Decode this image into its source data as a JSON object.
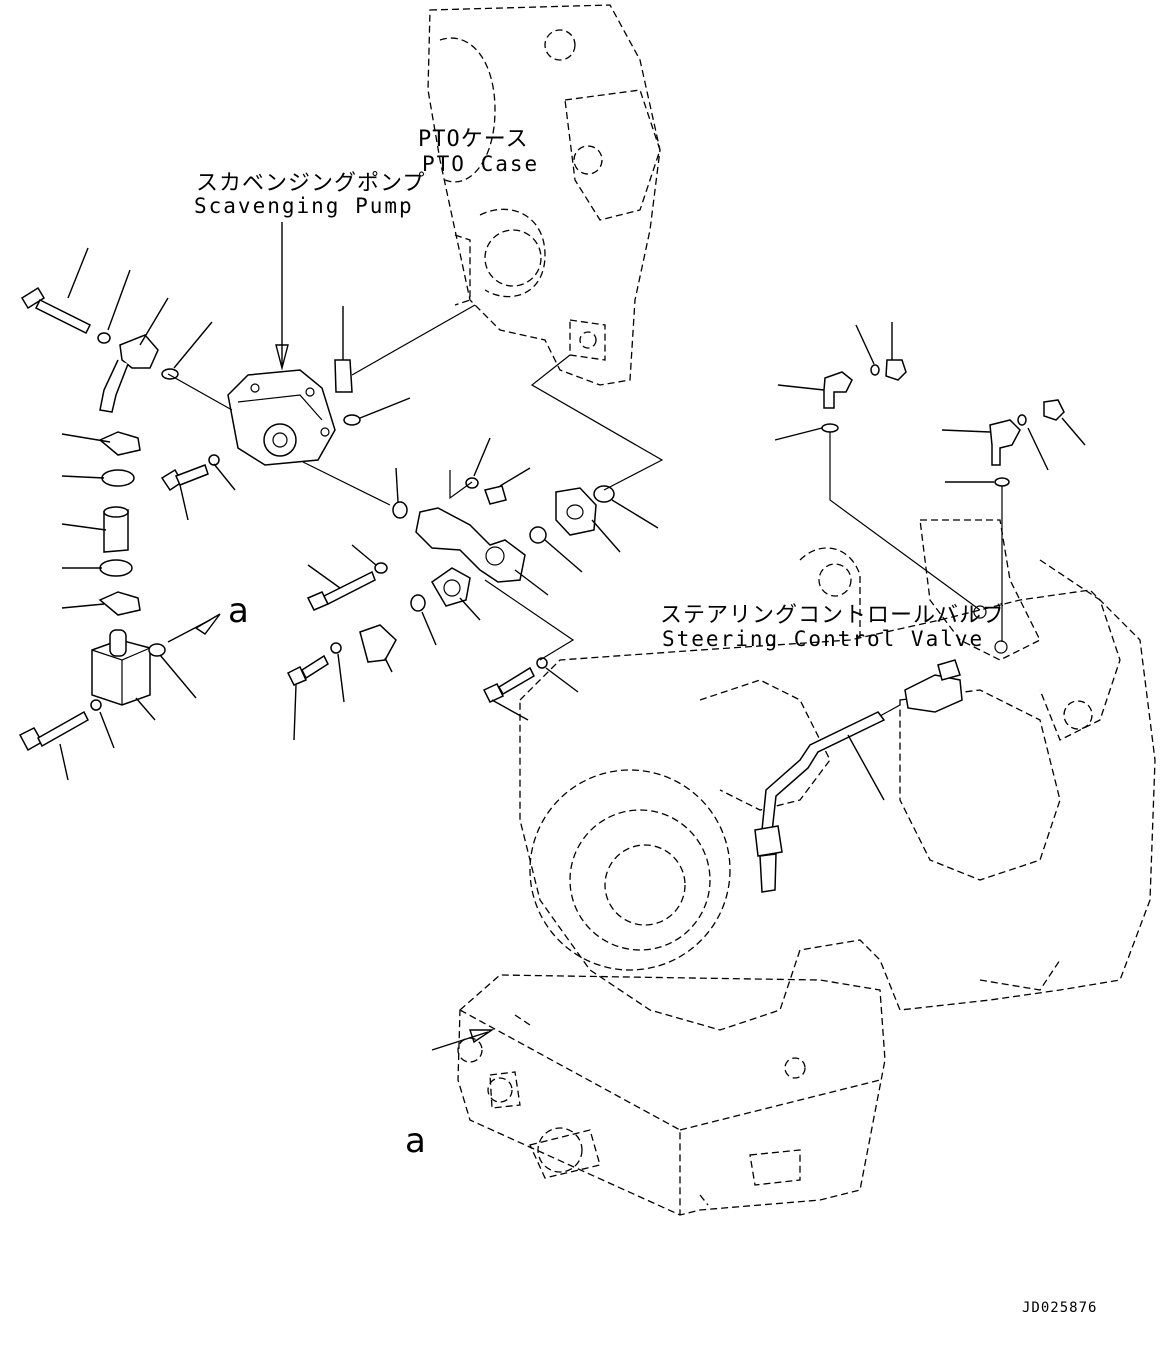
{
  "labels": {
    "pto_case_jp": "PTOケース",
    "pto_case_en": "PTO Case",
    "scavenging_pump_jp": "スカベンジングポンプ",
    "scavenging_pump_en": "Scavenging Pump",
    "steering_valve_jp": "ステアリングコントロールバルブ",
    "steering_valve_en": "Steering Control Valve",
    "callout_a_left": "a",
    "callout_a_bottom": "a"
  },
  "drawing_code": "JD025876"
}
